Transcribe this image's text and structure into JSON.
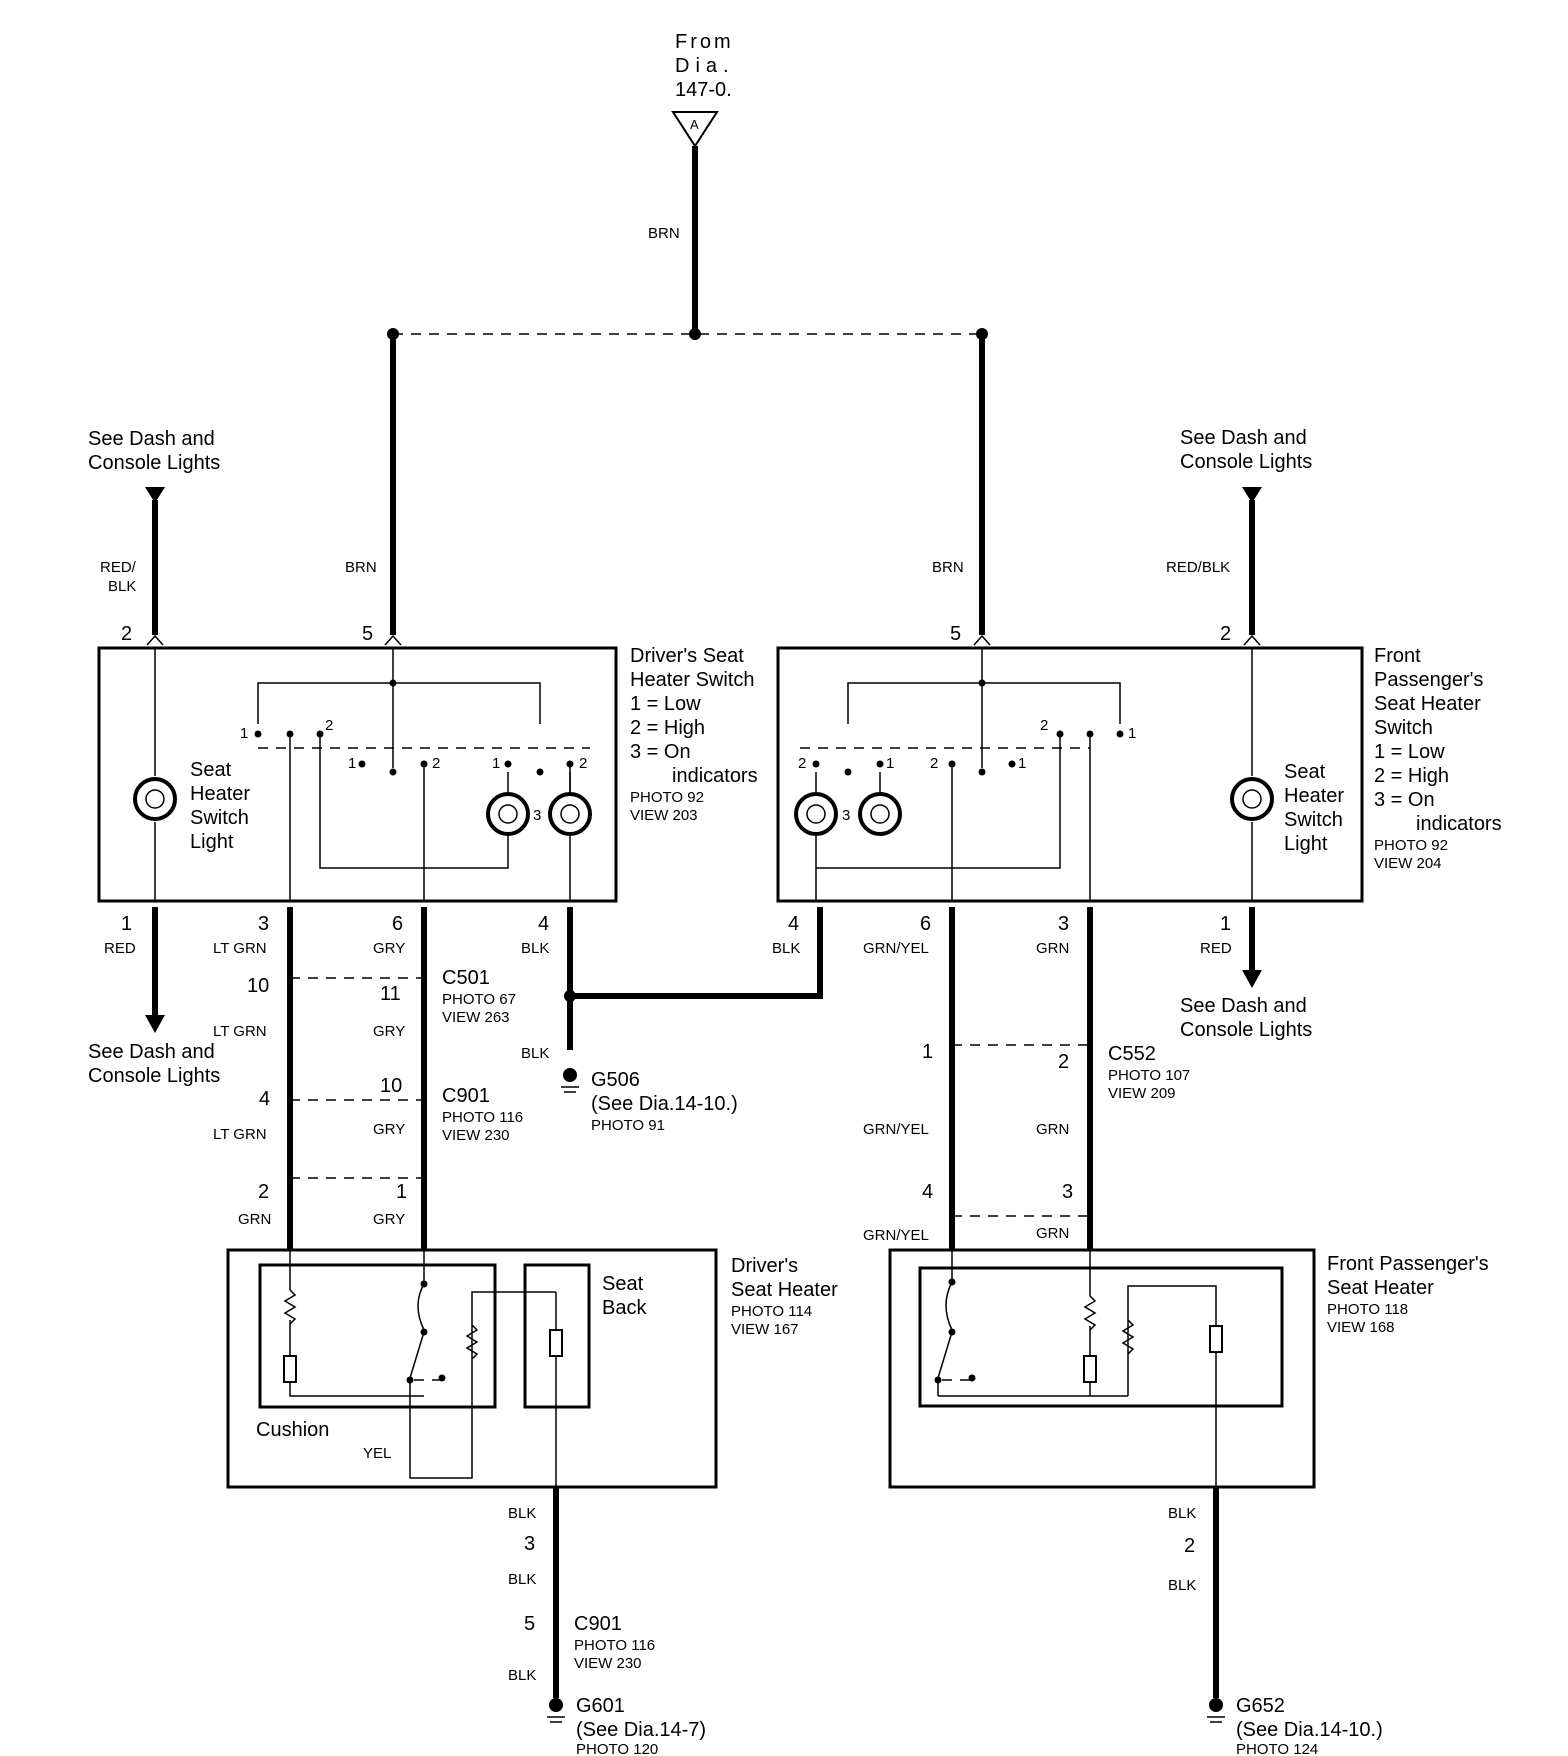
{
  "source": {
    "from_line1": "From",
    "from_line2": "Dia.",
    "from_line3": "147-0.",
    "connector_letter": "A"
  },
  "wires": {
    "brn": "BRN",
    "red_blk_split_1": "RED/",
    "red_blk_split_2": "BLK",
    "red_blk": "RED/BLK",
    "red": "RED",
    "lt_grn": "LT GRN",
    "gry": "GRY",
    "blk": "BLK",
    "grn": "GRN",
    "grn_yel": "GRN/YEL",
    "yel": "YEL"
  },
  "refs": {
    "dash_console_1": "See Dash and",
    "dash_console_2": "Console Lights"
  },
  "driver_switch": {
    "title": [
      "Driver's Seat",
      "Heater Switch",
      "1 = Low",
      "2 = High",
      "3 = On",
      "indicators"
    ],
    "photo": "PHOTO 92",
    "view": "VIEW 203",
    "light": [
      "Seat",
      "Heater",
      "Switch",
      "Light"
    ],
    "pins": {
      "p1": "1",
      "p2": "2",
      "p3": "3",
      "p4": "4",
      "p5": "5",
      "p6": "6"
    },
    "contacts": {
      "c1": "1",
      "c2": "2",
      "c3": "3"
    }
  },
  "pass_switch": {
    "title": [
      "Front",
      "Passenger's",
      "Seat Heater",
      "Switch",
      "1 = Low",
      "2 = High",
      "3 = On",
      "indicators"
    ],
    "photo": "PHOTO 92",
    "view": "VIEW 204",
    "light": [
      "Seat",
      "Heater",
      "Switch",
      "Light"
    ]
  },
  "connectors": {
    "c501": {
      "name": "C501",
      "photo": "PHOTO 67",
      "view": "VIEW 263",
      "pin_a": "10",
      "pin_b": "11"
    },
    "c901a": {
      "name": "C901",
      "photo": "PHOTO 116",
      "view": "VIEW 230",
      "pin_a": "4",
      "pin_b": "10"
    },
    "c552": {
      "name": "C552",
      "photo": "PHOTO 107",
      "view": "VIEW 209",
      "pin_a": "1",
      "pin_b": "2"
    },
    "c901b": {
      "name": "C901",
      "photo": "PHOTO 116",
      "view": "VIEW 230",
      "pin": "5"
    },
    "driver_heater_pins": {
      "a": "2",
      "b": "1"
    },
    "pass_heater_pins": {
      "a": "4",
      "b": "3"
    },
    "driver_ground_pin": "3",
    "pass_ground_pin": "2"
  },
  "grounds": {
    "g506": {
      "name": "G506",
      "see": "(See Dia.14-10.)",
      "photo": "PHOTO 91"
    },
    "g601": {
      "name": "G601",
      "see": "(See Dia.14-7)",
      "photo": "PHOTO 120"
    },
    "g652": {
      "name": "G652",
      "see": "(See Dia.14-10.)",
      "photo": "PHOTO 124"
    }
  },
  "driver_heater": {
    "title": [
      "Driver's",
      "Seat Heater"
    ],
    "photo": "PHOTO 114",
    "view": "VIEW 167",
    "seat_back": [
      "Seat",
      "Back"
    ],
    "cushion": "Cushion"
  },
  "pass_heater": {
    "title": [
      "Front Passenger's",
      "Seat Heater"
    ],
    "photo": "PHOTO 118",
    "view": "VIEW 168"
  }
}
